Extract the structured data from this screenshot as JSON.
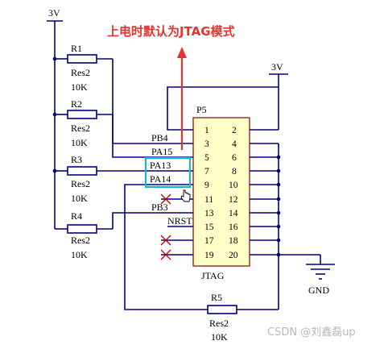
{
  "annotation": "上电时默认为JTAG模式",
  "power_top_left": "3V",
  "power_top_right": "3V",
  "ground_label": "GND",
  "watermark": "CSDN @刘鑫磊up",
  "connector": {
    "designator": "P5",
    "name": "JTAG",
    "pins_left": [
      "1",
      "3",
      "5",
      "7",
      "9",
      "11",
      "13",
      "15",
      "17",
      "19"
    ],
    "pins_right": [
      "2",
      "4",
      "6",
      "8",
      "10",
      "12",
      "14",
      "16",
      "18",
      "20"
    ]
  },
  "nets": {
    "pb4": "PB4",
    "pa15": "PA15",
    "pa13": "PA13",
    "pa14": "PA14",
    "pb3": "PB3",
    "nrst": "NRST"
  },
  "resistors": [
    {
      "ref": "R1",
      "type": "Res2",
      "value": "10K"
    },
    {
      "ref": "R2",
      "type": "Res2",
      "value": "10K"
    },
    {
      "ref": "R3",
      "type": "Res2",
      "value": "10K"
    },
    {
      "ref": "R4",
      "type": "Res2",
      "value": "10K"
    },
    {
      "ref": "R5",
      "type": "Res2",
      "value": "10K"
    }
  ],
  "colors": {
    "wire": "#00008b",
    "annotation": "#e8322e",
    "highlight_box": "#19b8c8",
    "no_connect": "#cc0000",
    "watermark": "#b8b8b8"
  }
}
